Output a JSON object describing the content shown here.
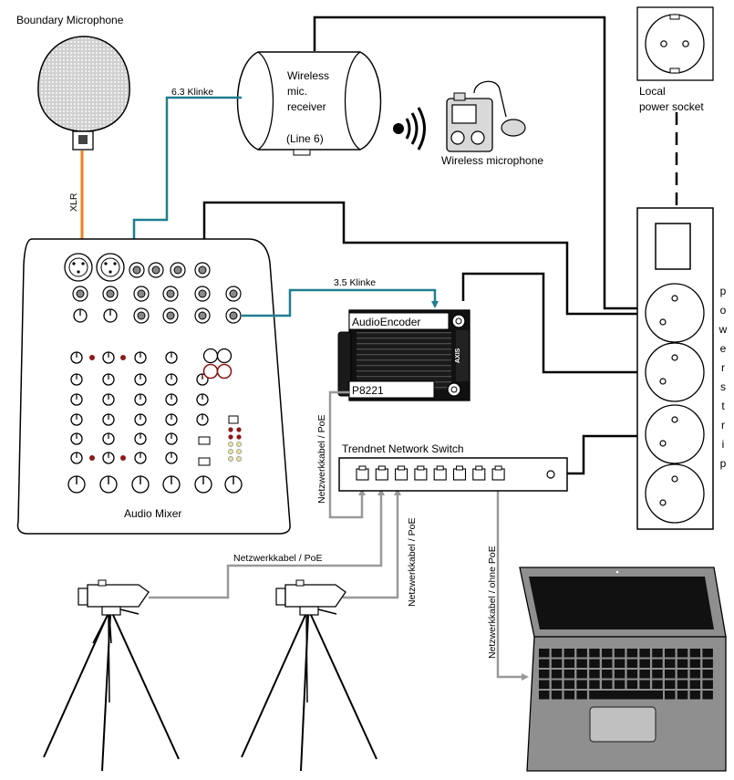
{
  "labels": {
    "boundary_mic": "Boundary Microphone",
    "xlr": "XLR",
    "klinke_63": "6.3 Klinke",
    "klinke_35": "3.5 Klinke",
    "wireless_receiver": [
      "Wireless",
      "mic.",
      "receiver"
    ],
    "receiver_model": "(Line 6)",
    "wireless_mic": "Wireless microphone",
    "local_socket": [
      "Local",
      "power socket"
    ],
    "power_strip_letters": [
      "p",
      "o",
      "w",
      "e",
      "r",
      "s",
      "t",
      "r",
      "i",
      "p"
    ],
    "audio_mixer": "Audio Mixer",
    "audio_encoder": "AudioEncoder",
    "encoder_model": "P8221",
    "encoder_brand": "AXIS",
    "network_switch": "Trendnet Network Switch",
    "cable_poe": "Netzwerkkabel / PoE",
    "cable_no_poe": "Netzwerkkabel / ohne PoE"
  },
  "colors": {
    "xlr_cable": "#f08020",
    "audio_cable": "#1f7f8f",
    "network_cable": "#999999",
    "power_cable": "#000000",
    "device_gray": "#8f8f8f"
  }
}
